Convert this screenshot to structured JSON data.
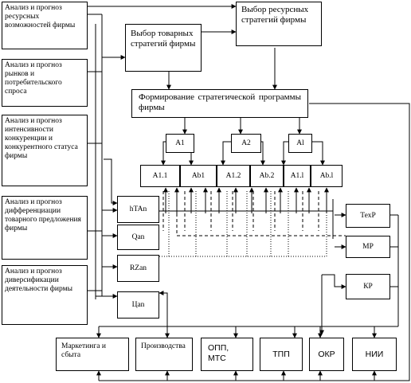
{
  "analysis_boxes": [
    "Анализ и прогноз ресурсных возможностей фирмы",
    "Анализ и прогноз рынков и потребительского спроса",
    "Анализ и прогноз интенсивности конкуренции и конкурентного статуса фирмы",
    "Анализ и прогноз дифференциации товарного предложения фирмы",
    "Анализ и прогноз диверсификации деятельности фирмы"
  ],
  "strategy": {
    "resource": "Выбор ресурсных стратегий фирмы",
    "product": "Выбор товарных стратегий фирмы",
    "program": "Формирование стратегической программы фирмы"
  },
  "a_boxes": [
    "A1",
    "A2",
    "Al"
  ],
  "sub_boxes": [
    "A1.1",
    "Ab1",
    "A1.2",
    "Ab.2",
    "A1.l",
    "Ab.l"
  ],
  "left_boxes": [
    "hTAn",
    "Qan",
    "RZan",
    "Цan"
  ],
  "right_boxes": [
    "ТехР",
    "МР",
    "КР"
  ],
  "bottom_boxes": [
    "Маркетинга и сбыта",
    "Производства",
    "ОПП, МТС",
    "ТПП",
    "ОКР",
    "НИИ"
  ]
}
